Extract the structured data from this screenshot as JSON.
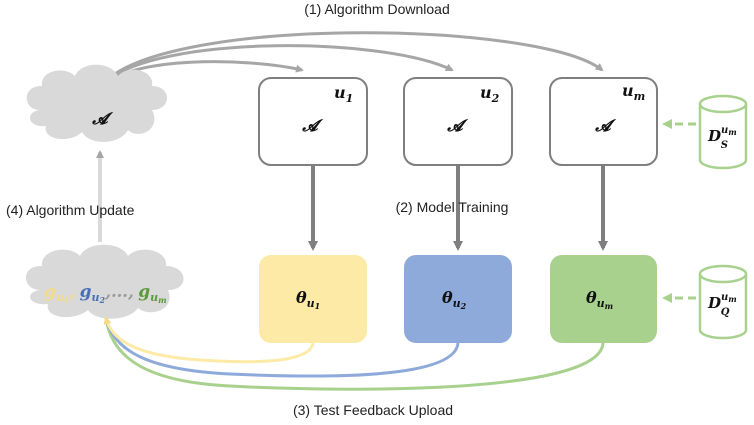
{
  "steps": {
    "download": "(1) Algorithm Download",
    "training": "(2) Model Training",
    "feedback": "(3) Test Feedback Upload",
    "update": "(4) Algorithm Update"
  },
  "server": {
    "algorithm_symbol": "𝓐",
    "gradients": [
      {
        "base": "g",
        "sub": "u",
        "subsub": "1",
        "color": "#f2dc8a"
      },
      {
        "base": "g",
        "sub": "u",
        "subsub": "2",
        "color": "#4b6fb5"
      },
      {
        "base": "g",
        "sub": "u",
        "subsub": "m",
        "color": "#5a9a3a"
      }
    ],
    "separator": ",",
    "ellipsis": ",…,"
  },
  "users": [
    {
      "name": "u",
      "sub": "1",
      "algorithm_symbol": "𝓐",
      "model_base": "θ",
      "model_sub": "u",
      "model_subsub": "1",
      "model_color": "#fdeaa7"
    },
    {
      "name": "u",
      "sub": "2",
      "algorithm_symbol": "𝓐",
      "model_base": "θ",
      "model_sub": "u",
      "model_subsub": "2",
      "model_color": "#8eaadb"
    },
    {
      "name": "u",
      "sub": "m",
      "algorithm_symbol": "𝓐",
      "model_base": "θ",
      "model_sub": "u",
      "model_subsub": "m",
      "model_color": "#a9d18e"
    }
  ],
  "datasets": {
    "support": {
      "base": "D",
      "sub": "S",
      "sup": "u",
      "supsub": "m"
    },
    "query": {
      "base": "D",
      "sub": "Q",
      "sup": "u",
      "supsub": "m"
    }
  },
  "colors": {
    "cloud": "#d9d9d9",
    "box_border": "#7f7f7f",
    "arrow_gray": "#a6a6a6",
    "arrow_dark": "#7f7f7f",
    "feedback_yellow": "#fdeaa7",
    "feedback_blue": "#8eaadb",
    "feedback_green": "#a9d18e",
    "dataset_green": "#a9d18e"
  }
}
